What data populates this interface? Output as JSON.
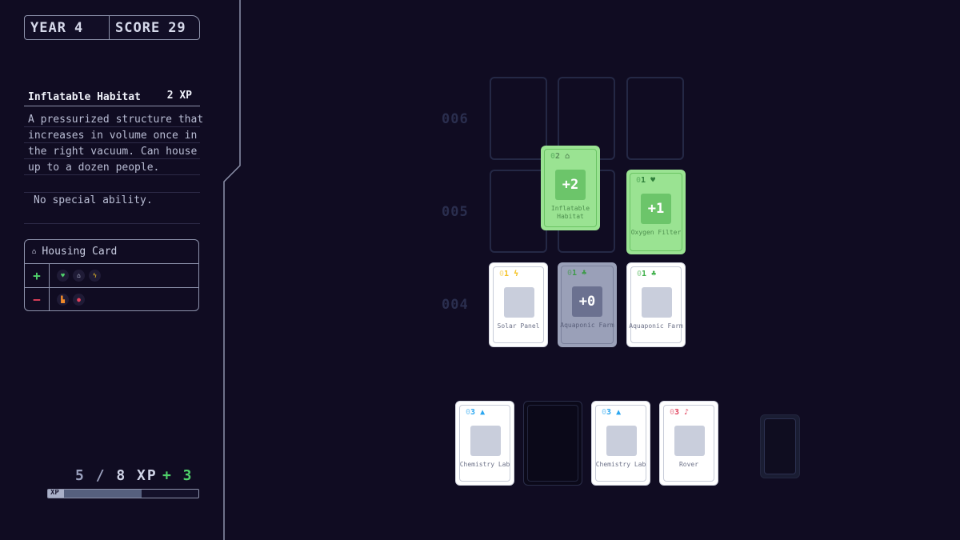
{
  "hud": {
    "year_label": "YEAR",
    "year": "4",
    "score_label": "SCORE",
    "score": "29"
  },
  "card_info": {
    "name": "Inflatable Habitat",
    "xp": "2 XP",
    "description_lines": [
      "A pressurized structure that",
      "increases in volume once in",
      "the right vacuum. Can house",
      "up to a dozen people."
    ],
    "ability": "No special ability.",
    "type_label": "Housing Card",
    "plus_sign": "+",
    "minus_sign": "−",
    "plus_icons": [
      "heart-icon",
      "house-icon",
      "bolt-icon"
    ],
    "minus_icons": [
      "factory-icon",
      "hazard-icon"
    ]
  },
  "xp": {
    "current": "5",
    "separator": "/",
    "max": "8 XP",
    "gain": "+ 3",
    "bar_tag": "XP",
    "progress": 0.62
  },
  "board": {
    "row_labels": [
      "006",
      "005",
      "004"
    ],
    "cards": {
      "habitat": {
        "cost": "2",
        "label": "Inflatable Habitat",
        "bonus": "+2"
      },
      "oxygen": {
        "cost": "1",
        "label": "Oxygen Filter",
        "bonus": "+1"
      },
      "solar": {
        "cost": "1",
        "label": "Solar Panel"
      },
      "farm_grey": {
        "cost": "1",
        "label": "Aquaponic Farm",
        "bonus": "+0"
      },
      "farm_white": {
        "cost": "1",
        "label": "Aquaponic Farm"
      }
    }
  },
  "hand": [
    {
      "cost": "3",
      "label": "Chemistry Lab"
    },
    {
      "cost": "3",
      "label": "Chemistry Lab"
    },
    {
      "cost": "3",
      "label": "Rover"
    }
  ],
  "colors": {
    "background": "#100c22",
    "green_card": "#9ae392",
    "plus_green": "#4fd06a",
    "minus_red": "#e0405a",
    "science_blue": "#2aa6f0",
    "energy_yellow": "#f5c325"
  }
}
